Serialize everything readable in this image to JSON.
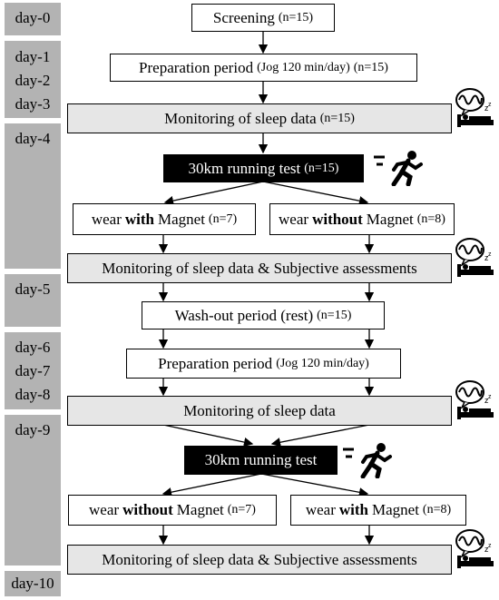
{
  "days": {
    "d0": "day-0",
    "d1": "day-1",
    "d2": "day-2",
    "d3": "day-3",
    "d4": "day-4",
    "d5": "day-5",
    "d6": "day-6",
    "d7": "day-7",
    "d8": "day-8",
    "d9": "day-9",
    "d10": "day-10"
  },
  "boxes": {
    "screening": "Screening",
    "screening_n": "(n=15)",
    "prep1": "Preparation period",
    "prep1_detail": "(Jog 120 min/day)",
    "prep1_n": "(n=15)",
    "mon1": "Monitoring of sleep data",
    "mon1_n": "(n=15)",
    "run1": "30km running test",
    "run1_n": "(n=15)",
    "wear_a": "wear",
    "with": "with",
    "magnet_a": "Magnet",
    "wear_with_n1": "(n=7)",
    "wear_b": "wear",
    "without": "without",
    "magnet_b": "Magnet",
    "wear_without_n1": "(n=8)",
    "mon2": "Monitoring of sleep data & Subjective assessments",
    "washout": "Wash-out period (rest)",
    "washout_n": "(n=15)",
    "prep2": "Preparation period",
    "prep2_detail": "(Jog 120 min/day)",
    "mon3": "Monitoring of sleep data",
    "run2": "30km running test",
    "wear_c": "wear",
    "without2": "without",
    "magnet_c": "Magnet",
    "wear_without_n2": "(n=7)",
    "wear_d": "wear",
    "with2": "with",
    "magnet_d": "Magnet",
    "wear_with_n2": "(n=8)",
    "mon4": "Monitoring of sleep data & Subjective assessments"
  },
  "icons": {
    "sleep": "sleep-monitor-icon",
    "runner": "runner-icon"
  }
}
